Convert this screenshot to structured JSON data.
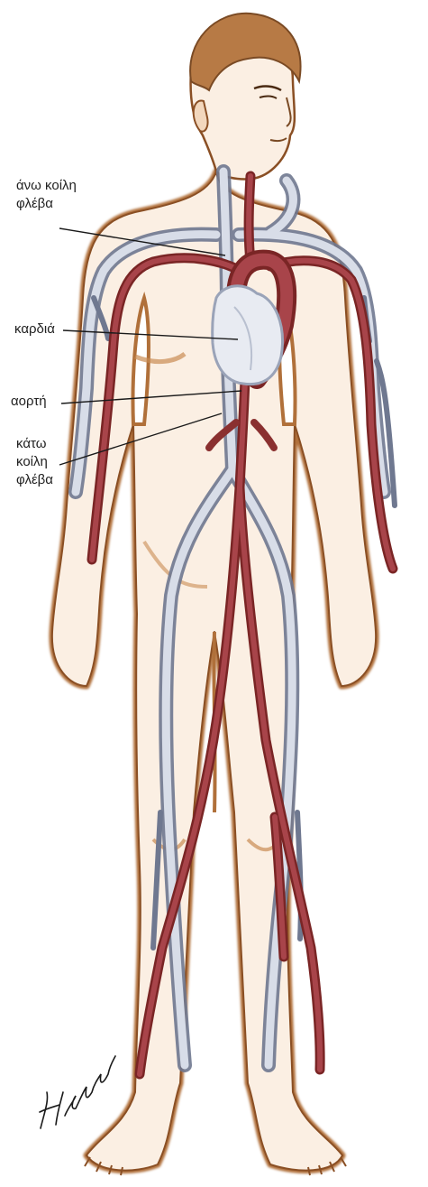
{
  "labels": {
    "superior_vena_cava": [
      "άνω κοίλη",
      "φλέβα"
    ],
    "heart": "καρδιά",
    "aorta": "αορτή",
    "inferior_vena_cava": [
      "κάτω",
      "κοίλη",
      "φλέβα"
    ]
  },
  "signature": "Ηλιάννα",
  "colors": {
    "skin_outline": "#b0703a",
    "skin_fill": "#fbefe3",
    "vein": "#8f98ad",
    "vein_light": "#d8dde8",
    "artery": "#9b3a3a",
    "hair": "#b77a45",
    "label_text": "#222222"
  }
}
